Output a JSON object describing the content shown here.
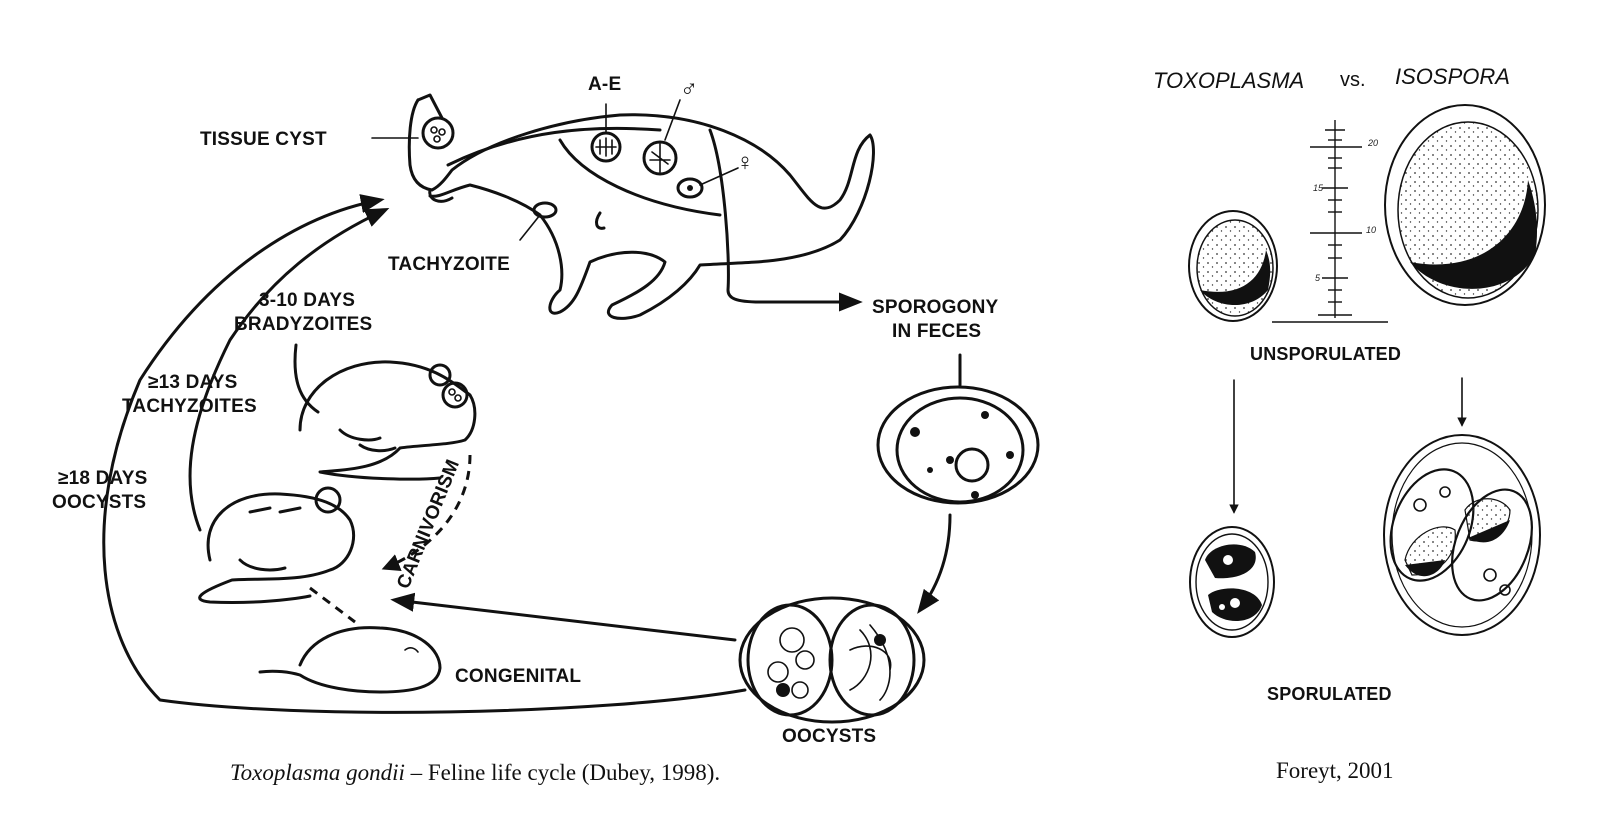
{
  "life_cycle": {
    "labels": {
      "tissue_cyst": "TISSUE CYST",
      "ae": "A-E",
      "male": "♂",
      "female": "♀",
      "tachyzoite": "TACHYZOITE",
      "sporogony_1": "SPOROGONY",
      "sporogony_2": "IN FECES",
      "brady_1": "3-10 DAYS",
      "brady_2": "BRADYZOITES",
      "tachy_1": "≥13 DAYS",
      "tachy_2": "TACHYZOITES",
      "oocyst_1": "≥18 DAYS",
      "oocyst_2": "OOCYSTS",
      "carnivorism": "CARNIVORISM",
      "congenital": "CONGENITAL",
      "oocysts": "OOCYSTS"
    },
    "caption_italic": "Toxoplasma gondii",
    "caption_rest": " – Feline life cycle (Dubey, 1998)."
  },
  "comparison": {
    "title_left": "TOXOPLASMA",
    "title_vs": "vs.",
    "title_right": "ISOSPORA",
    "scale_ticks": [
      "20",
      "15",
      "10",
      "5"
    ],
    "unsporulated": "UNSPORULATED",
    "sporulated": "SPORULATED",
    "credit": "Foreyt, 2001"
  },
  "icons": [
    "cat-drawing",
    "mouse-drawing",
    "rat-drawing",
    "baby-mouse-drawing",
    "oocyst-drawing",
    "micrometer-scale"
  ]
}
